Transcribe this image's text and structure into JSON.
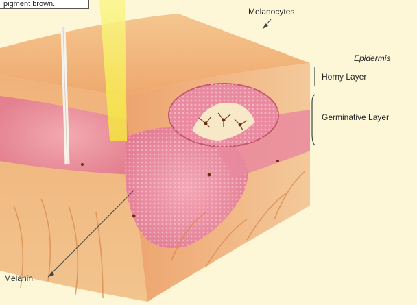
{
  "caption": "pigment brown.",
  "labels": {
    "melanocytes": "Melanocytes",
    "epidermis": "Epidermis",
    "horny_layer": "Horny Layer",
    "germinative_layer": "Germinative Layer",
    "melanin": "Melanin"
  },
  "colors": {
    "background": "#fdf7d8",
    "skin_top": "#f2b87a",
    "skin_pink": "#e8839a",
    "sun_ray": "#f7ef3a"
  }
}
